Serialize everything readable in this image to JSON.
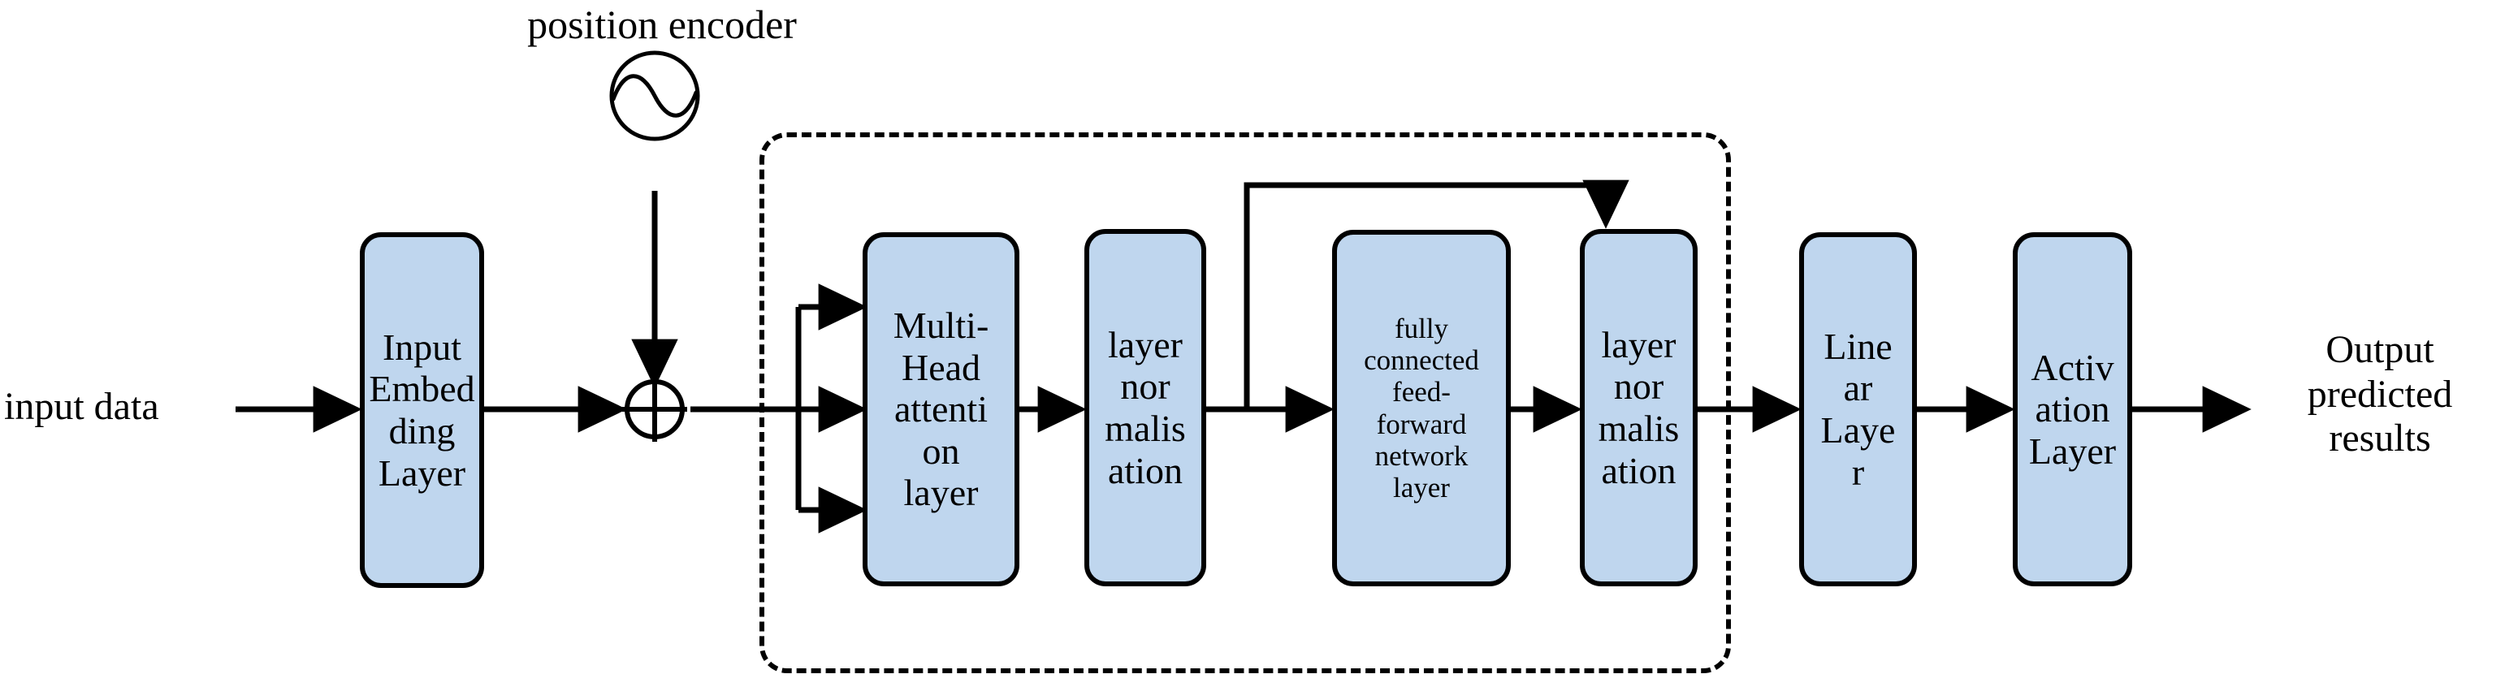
{
  "diagram": {
    "title_label": "position encoder",
    "input_label": "input data",
    "output_label": "Output\npredicted\nresults",
    "colors": {
      "block_fill": "#bfd6ee",
      "stroke": "#000000",
      "background": "#ffffff"
    },
    "encoder_region": {
      "name": "encoder-block-region",
      "border_style": "dashed"
    },
    "nodes": {
      "position_encoder_icon": "sine-wave-circle-icon",
      "adder_icon": "circle-plus-icon"
    },
    "blocks": [
      {
        "id": "input-embedding-layer",
        "text": "Input\nEmbed\nding\nLayer",
        "font_size": 46
      },
      {
        "id": "multi-head-attention-layer",
        "text": "Multi-\nHead\nattenti\non\nlayer",
        "font_size": 46
      },
      {
        "id": "layer-normalisation-1",
        "text": "layer\nnor\nmalis\nation",
        "font_size": 46
      },
      {
        "id": "feed-forward-network-layer",
        "text": "fully\nconnected\nfeed-\nforward\nnetwork\nlayer",
        "font_size": 35
      },
      {
        "id": "layer-normalisation-2",
        "text": "layer\nnor\nmalis\nation",
        "font_size": 46
      },
      {
        "id": "linear-layer",
        "text": "Line\nar\nLaye\nr",
        "font_size": 46
      },
      {
        "id": "activation-layer",
        "text": "Activ\nation\nLayer",
        "font_size": 46
      }
    ],
    "connections": [
      {
        "from": "input data",
        "to": "Input Embedding Layer"
      },
      {
        "from": "Input Embedding Layer",
        "to": "adder"
      },
      {
        "from": "position encoder",
        "to": "adder"
      },
      {
        "from": "adder",
        "to": "Multi-Head attention layer (query)"
      },
      {
        "from": "adder",
        "to": "Multi-Head attention layer (key)"
      },
      {
        "from": "adder",
        "to": "Multi-Head attention layer (value)"
      },
      {
        "from": "Multi-Head attention layer",
        "to": "layer normalisation 1"
      },
      {
        "from": "layer normalisation 1",
        "to": "fully connected feed-forward network layer"
      },
      {
        "from": "layer normalisation 1",
        "to": "layer normalisation 2 (residual skip)"
      },
      {
        "from": "fully connected feed-forward network layer",
        "to": "layer normalisation 2"
      },
      {
        "from": "layer normalisation 2",
        "to": "Linear Layer"
      },
      {
        "from": "Linear Layer",
        "to": "Activation Layer"
      },
      {
        "from": "Activation Layer",
        "to": "Output predicted results"
      }
    ]
  }
}
